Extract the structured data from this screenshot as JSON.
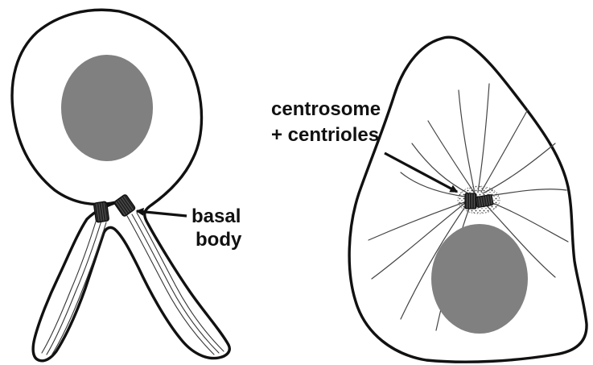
{
  "labels": {
    "basal_body_line1": "basal",
    "basal_body_line2": "body",
    "centrosome_line1": "centrosome",
    "centrosome_line2": "+ centrioles"
  },
  "colors": {
    "nucleus": "#808080",
    "outline": "#111111",
    "background": "#ffffff"
  }
}
